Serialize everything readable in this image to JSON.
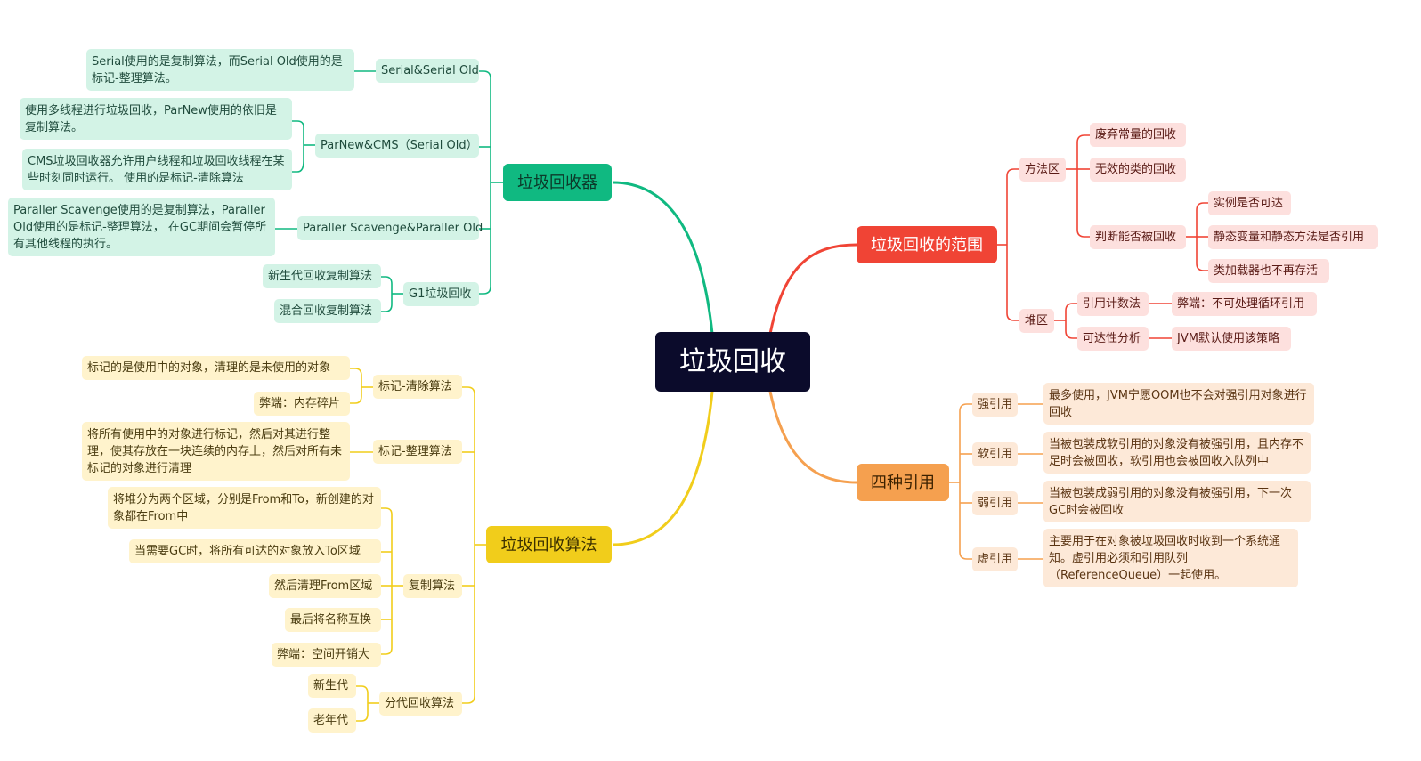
{
  "root": "垃圾回收",
  "branches": {
    "collector": {
      "label": "垃圾回收器",
      "serial": "Serial&Serial Old",
      "serial_desc": "Serial使用的是复制算法，而Serial Old使用的是标记-整理算法。",
      "parnew": "ParNew&CMS（Serial Old）",
      "parnew_desc1": "使用多线程进行垃圾回收，ParNew使用的依旧是复制算法。",
      "parnew_desc2": "CMS垃圾回收器允许用户线程和垃圾回收线程在某些时刻同时运行。 使用的是标记-清除算法",
      "parallel": "Paraller Scavenge&Paraller Old",
      "parallel_desc": "Paraller Scavenge使用的是复制算法，Paraller Old使用的是标记-整理算法， 在GC期间会暂停所有其他线程的执行。",
      "g1": "G1垃圾回收",
      "g1_desc1": "新生代回收复制算法",
      "g1_desc2": "混合回收复制算法"
    },
    "algorithm": {
      "label": "垃圾回收算法",
      "mark_sweep": "标记-清除算法",
      "mark_sweep_desc1": "标记的是使用中的对象，清理的是未使用的对象",
      "mark_sweep_desc2": "弊端：内存碎片",
      "mark_compact": "标记-整理算法",
      "mark_compact_desc": "将所有使用中的对象进行标记，然后对其进行整理，使其存放在一块连续的内存上，然后对所有未标记的对象进行清理",
      "copy": "复制算法",
      "copy_desc1": "将堆分为两个区域，分别是From和To，新创建的对象都在From中",
      "copy_desc2": "当需要GC时，将所有可达的对象放入To区域",
      "copy_desc3": "然后清理From区域",
      "copy_desc4": "最后将名称互换",
      "copy_desc5": "弊端：空间开销大",
      "generational": "分代回收算法",
      "gen_young": "新生代",
      "gen_old": "老年代"
    },
    "scope": {
      "label": "垃圾回收的范围",
      "method_area": "方法区",
      "ma_item1": "废弃常量的回收",
      "ma_item2": "无效的类的回收",
      "ma_item3": "判断能否被回收",
      "ma_judge1": "实例是否可达",
      "ma_judge2": "静态变量和静态方法是否引用",
      "ma_judge3": "类加载器也不再存活",
      "heap": "堆区",
      "heap_item1": "引用计数法",
      "heap_item1_note": "弊端：不可处理循环引用",
      "heap_item2": "可达性分析",
      "heap_item2_note": "JVM默认使用该策略"
    },
    "references": {
      "label": "四种引用",
      "strong": "强引用",
      "strong_desc": "最多使用，JVM宁愿OOM也不会对强引用对象进行回收",
      "soft": "软引用",
      "soft_desc": "当被包装成软引用的对象没有被强引用，且内存不足时会被回收，软引用也会被回收入队列中",
      "weak": "弱引用",
      "weak_desc": "当被包装成弱引用的对象没有被强引用，下一次GC时会被回收",
      "phantom": "虚引用",
      "phantom_desc": "主要用于在对象被垃圾回收时收到一个系统通知。虚引用必须和引用队列（ReferenceQueue）一起使用。"
    }
  },
  "colors": {
    "green": "#10b981",
    "yellow": "#f1cd1b",
    "red": "#f04435",
    "orange": "#f5a04f",
    "root": "#0b0b2b"
  }
}
